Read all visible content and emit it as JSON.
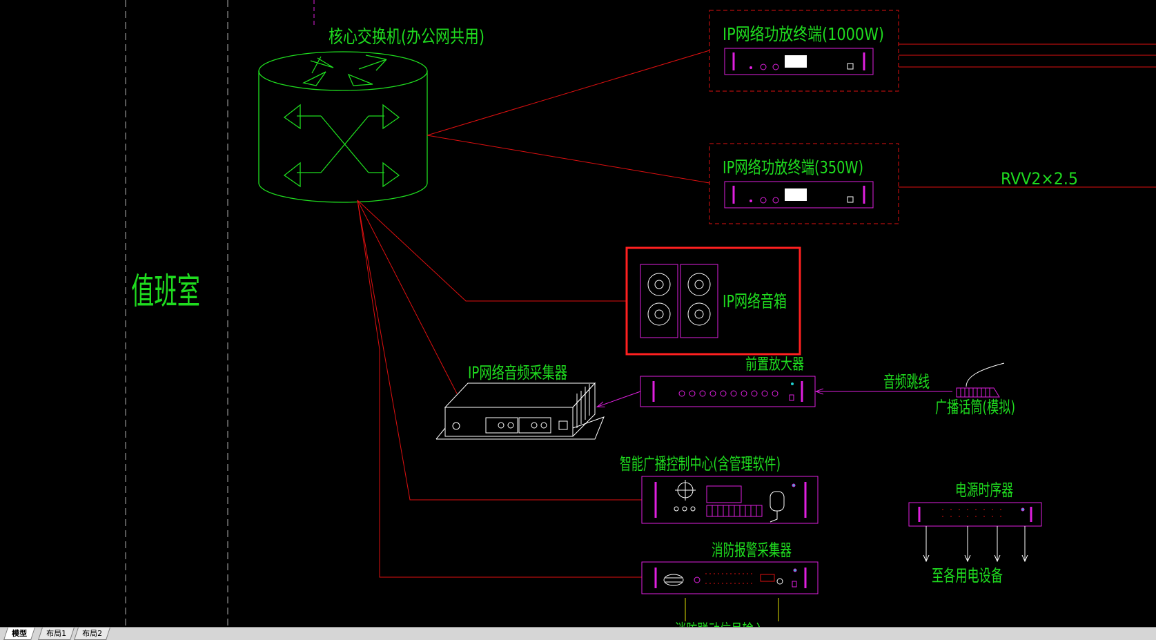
{
  "diagram": {
    "room_label": "值班室",
    "core_switch": "核心交换机(办公网共用)",
    "amp_1000w": "IP网络功放终端(1000W)",
    "amp_350w": "IP网络功放终端(350W)",
    "cable_spec": "RVV2×2.5",
    "ip_speaker": "IP网络音箱",
    "audio_collector": "IP网络音频采集器",
    "preamp": "前置放大器",
    "audio_jumper": "音频跳线",
    "mic": "广播话筒(模拟)",
    "control_center": "智能广播控制中心(含管理软件)",
    "power_sequencer": "电源时序器",
    "to_devices": "至各用电设备",
    "fire_collector": "消防报警采集器",
    "fire_linkage": "消防联动信号输入"
  },
  "tabs": [
    {
      "label": "模型",
      "active": true
    },
    {
      "label": "布局1",
      "active": false
    },
    {
      "label": "布局2",
      "active": false
    }
  ],
  "colors": {
    "background": "#000000",
    "text": "#1fdc1f",
    "wire": "#e01010",
    "device": "#e020e0",
    "switch": "#1fdc1f",
    "highlight": "#ff2020"
  }
}
